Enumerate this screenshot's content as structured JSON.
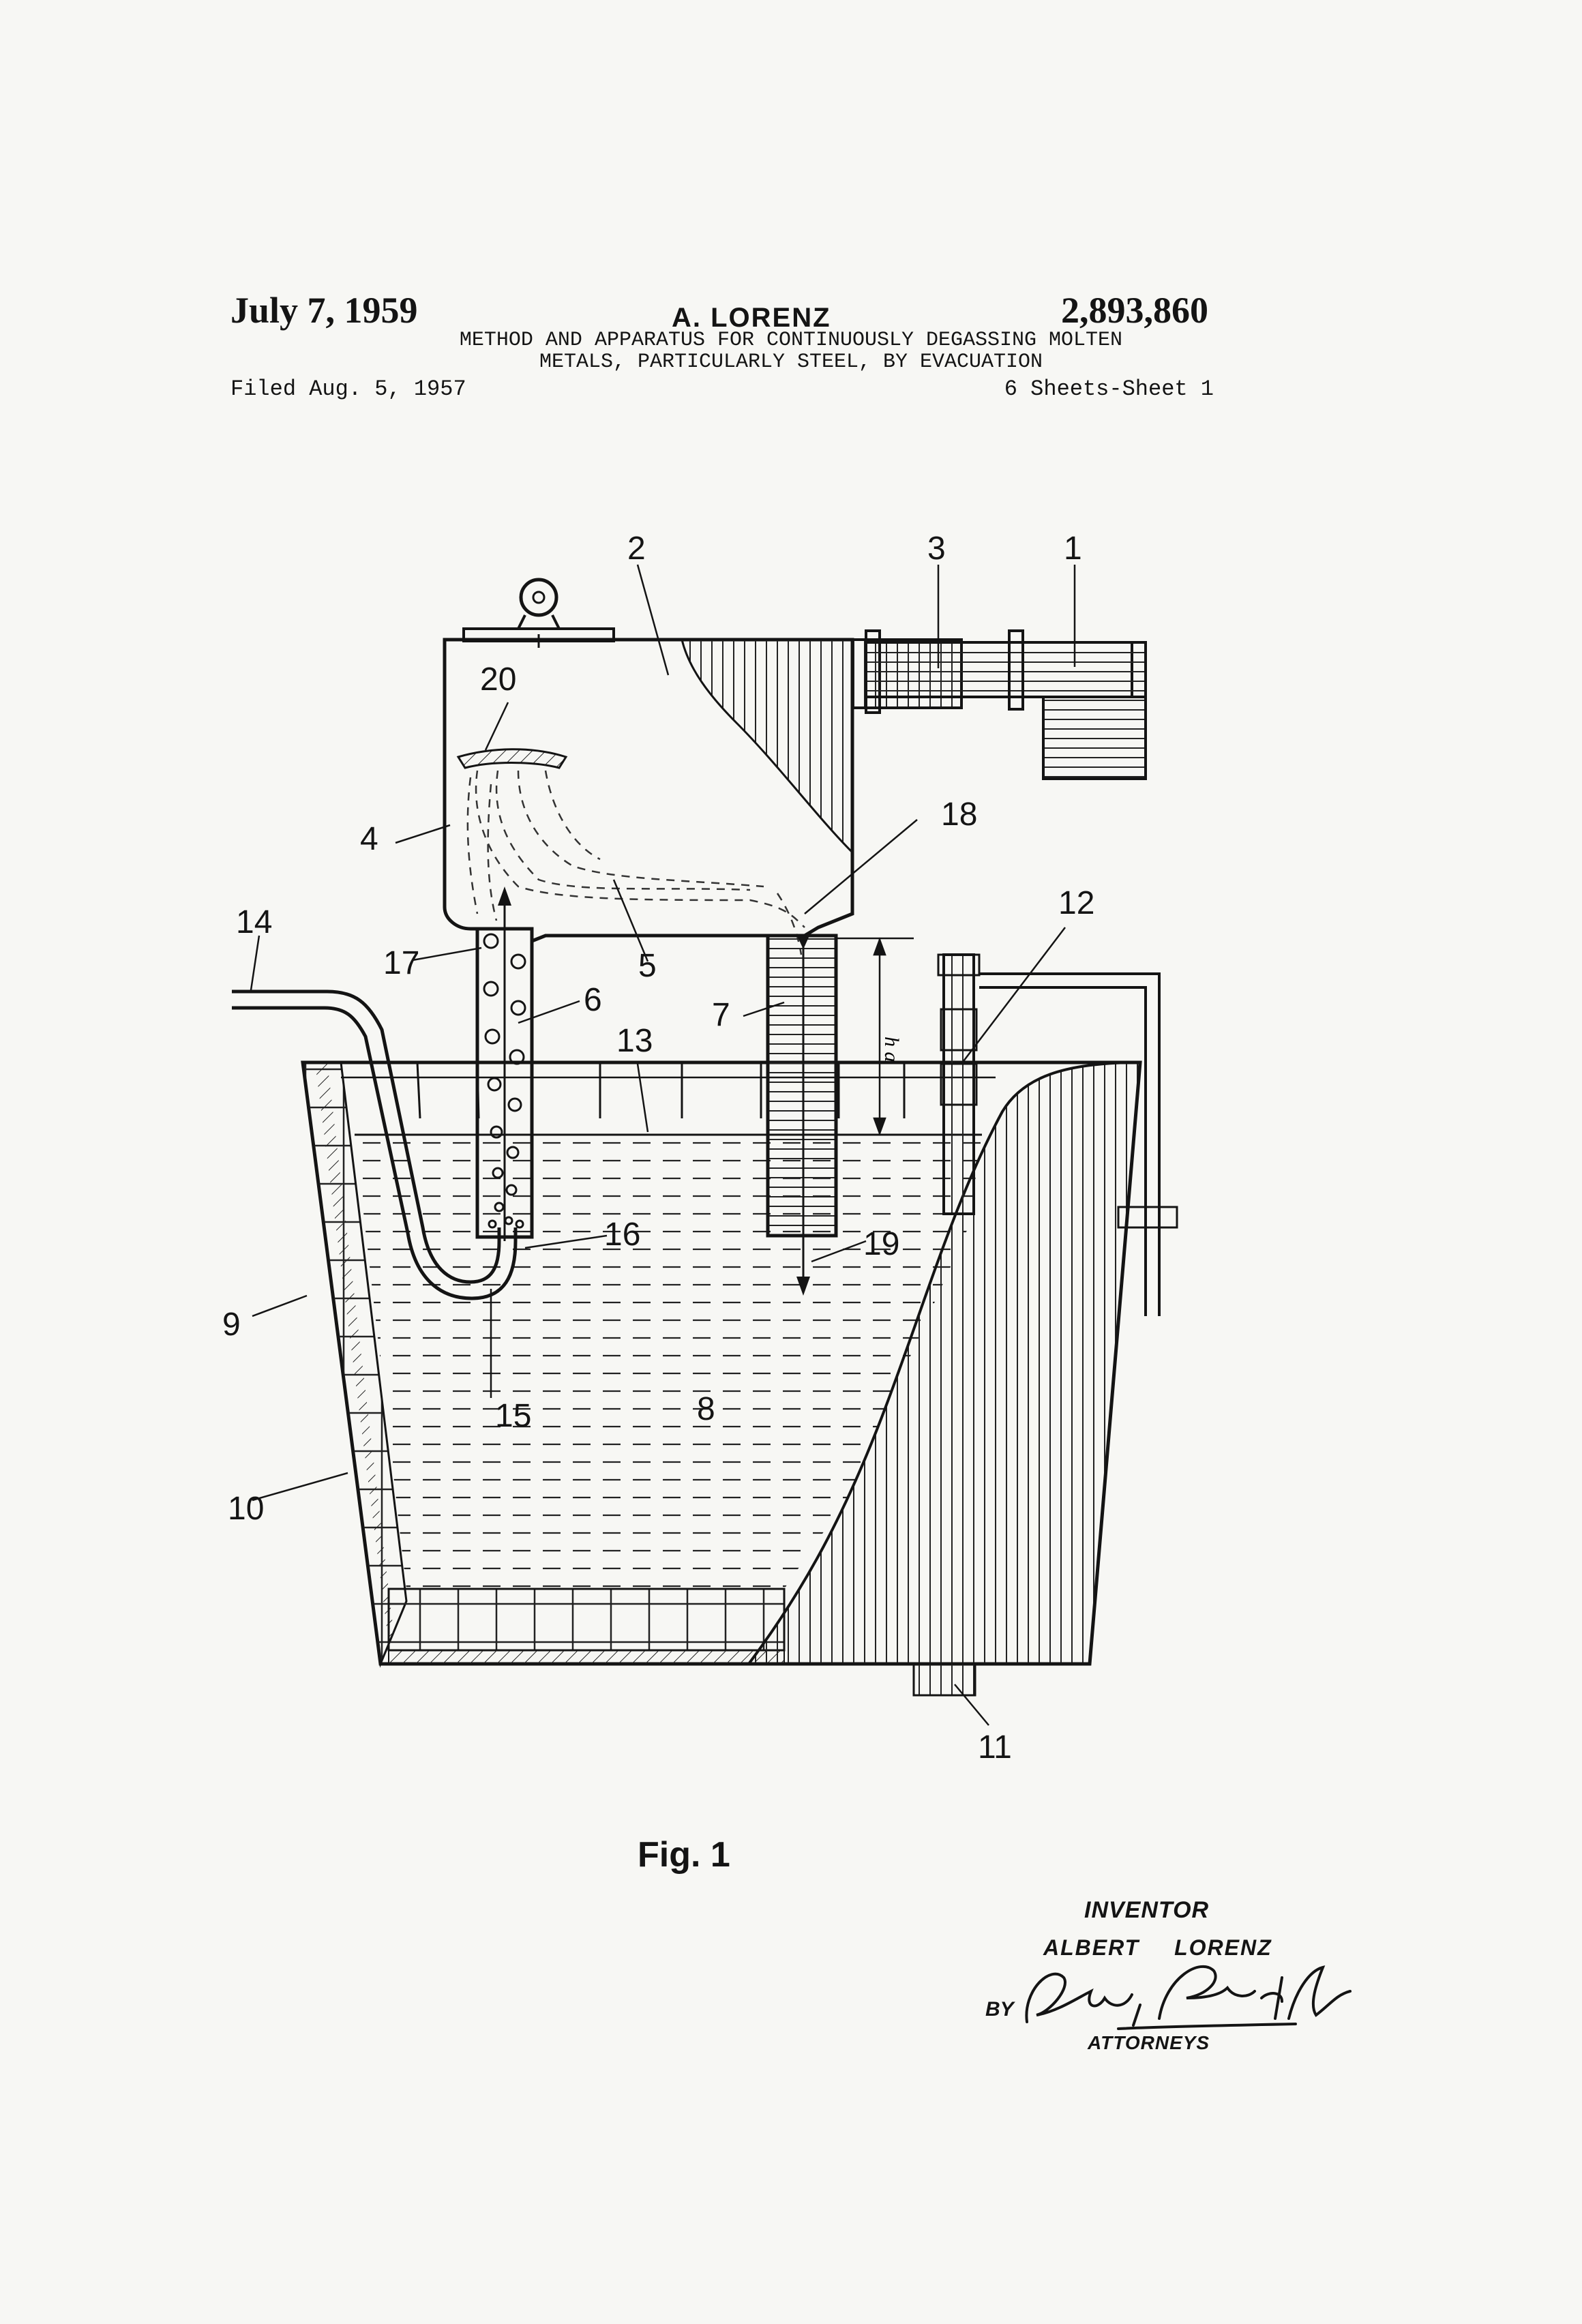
{
  "header": {
    "date": "July 7, 1959",
    "inventor": "A. LORENZ",
    "patent_number": "2,893,860",
    "title_line1": "METHOD AND APPARATUS FOR CONTINUOUSLY DEGASSING MOLTEN",
    "title_line2": "METALS, PARTICULARLY STEEL, BY EVACUATION",
    "filed": "Filed Aug. 5, 1957",
    "sheets": "6 Sheets-Sheet 1"
  },
  "figure": {
    "label": "Fig. 1",
    "reference_numerals": [
      "1",
      "2",
      "3",
      "4",
      "5",
      "6",
      "7",
      "8",
      "9",
      "10",
      "11",
      "12",
      "13",
      "14",
      "15",
      "16",
      "17",
      "18",
      "19",
      "20"
    ],
    "dimension_label": "h a"
  },
  "signature_block": {
    "inventor_title": "INVENTOR",
    "inventor_name": "ALBERT LORENZ",
    "by": "BY",
    "signature_text": "Christie, Parker & Hale",
    "attorneys": "ATTORNEYS"
  }
}
